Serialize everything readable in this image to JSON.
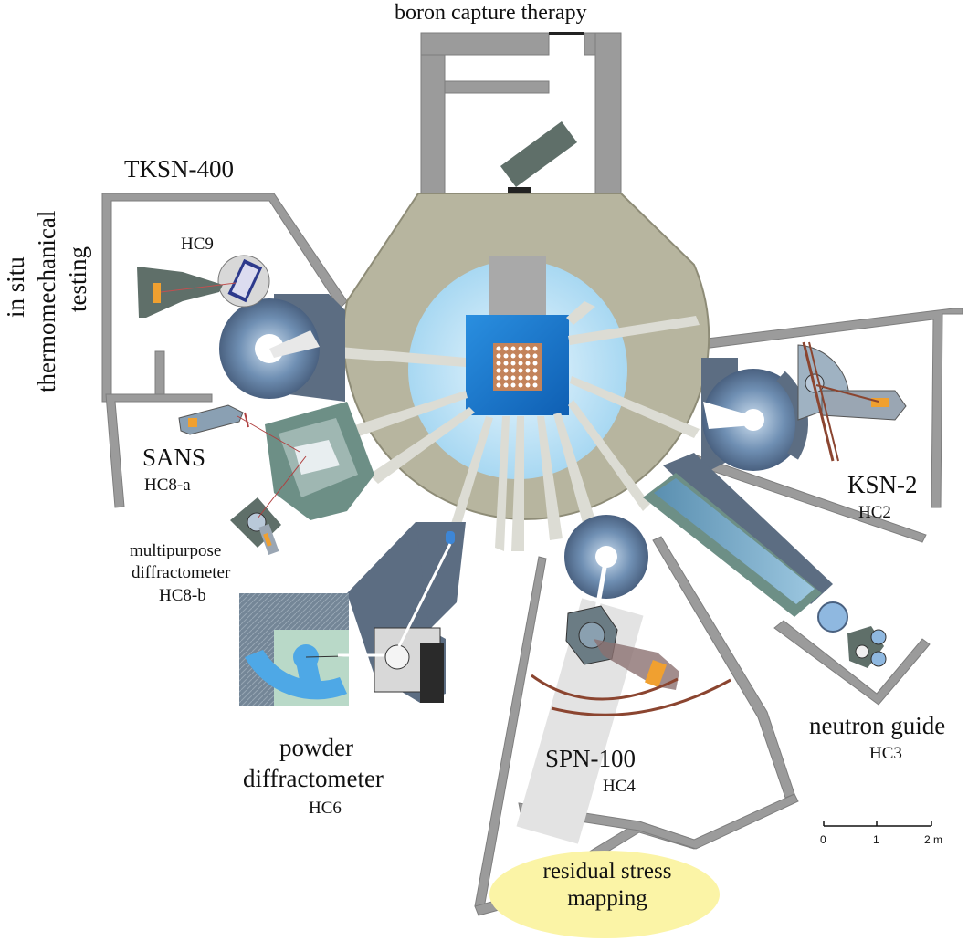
{
  "labels": {
    "boron": "boron capture therapy",
    "tksn": "TKSN-400",
    "insitu_1": "in situ",
    "insitu_2": "thermomechanical",
    "insitu_3": "testing",
    "hc9": "HC9",
    "sans": "SANS",
    "hc8a": "HC8-a",
    "multi_1": "multipurpose",
    "multi_2": "diffractometer",
    "hc8b": "HC8-b",
    "powder_1": "powder",
    "powder_2": "diffractometer",
    "hc6": "HC6",
    "spn": "SPN-100",
    "hc4": "HC4",
    "ksn": "KSN-2",
    "hc2": "HC2",
    "guide": "neutron guide",
    "hc3": "HC3",
    "residual_1": "residual stress",
    "residual_2": "mapping"
  },
  "scale_bar": {
    "ticks": [
      "0",
      "1",
      "2 m"
    ]
  },
  "colors": {
    "wall": "#9b9b9b",
    "reactor_body": "#b7b59f",
    "core_glow": "#bfe3f7",
    "core_square": "#1f7fd6",
    "instrument_slate": "#5c6d82",
    "teal_shield": "#6d8f86",
    "highlight_ellipse": "#fbf4a6"
  }
}
